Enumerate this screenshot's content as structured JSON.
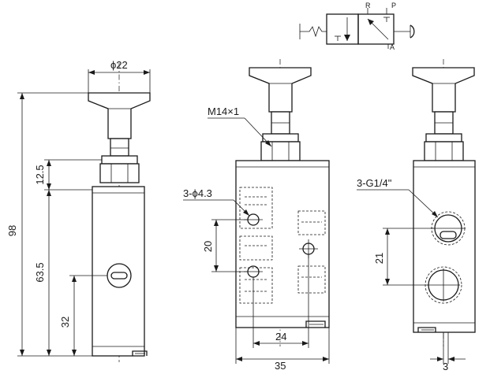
{
  "schematic": {
    "port_r": "R",
    "port_p": "P",
    "port_a": "A"
  },
  "dimensions": {
    "dia_22": "ϕ22",
    "height_98": "98",
    "height_12_5": "12.5",
    "height_63_5": "63.5",
    "height_32": "32",
    "thread_m14": "M14×1",
    "holes_3_phi": "3-ϕ4.3",
    "pitch_20": "20",
    "width_24": "24",
    "width_35": "35",
    "ports_g14": "3-G1/4\"",
    "pitch_21": "21",
    "offset_3": "3"
  }
}
